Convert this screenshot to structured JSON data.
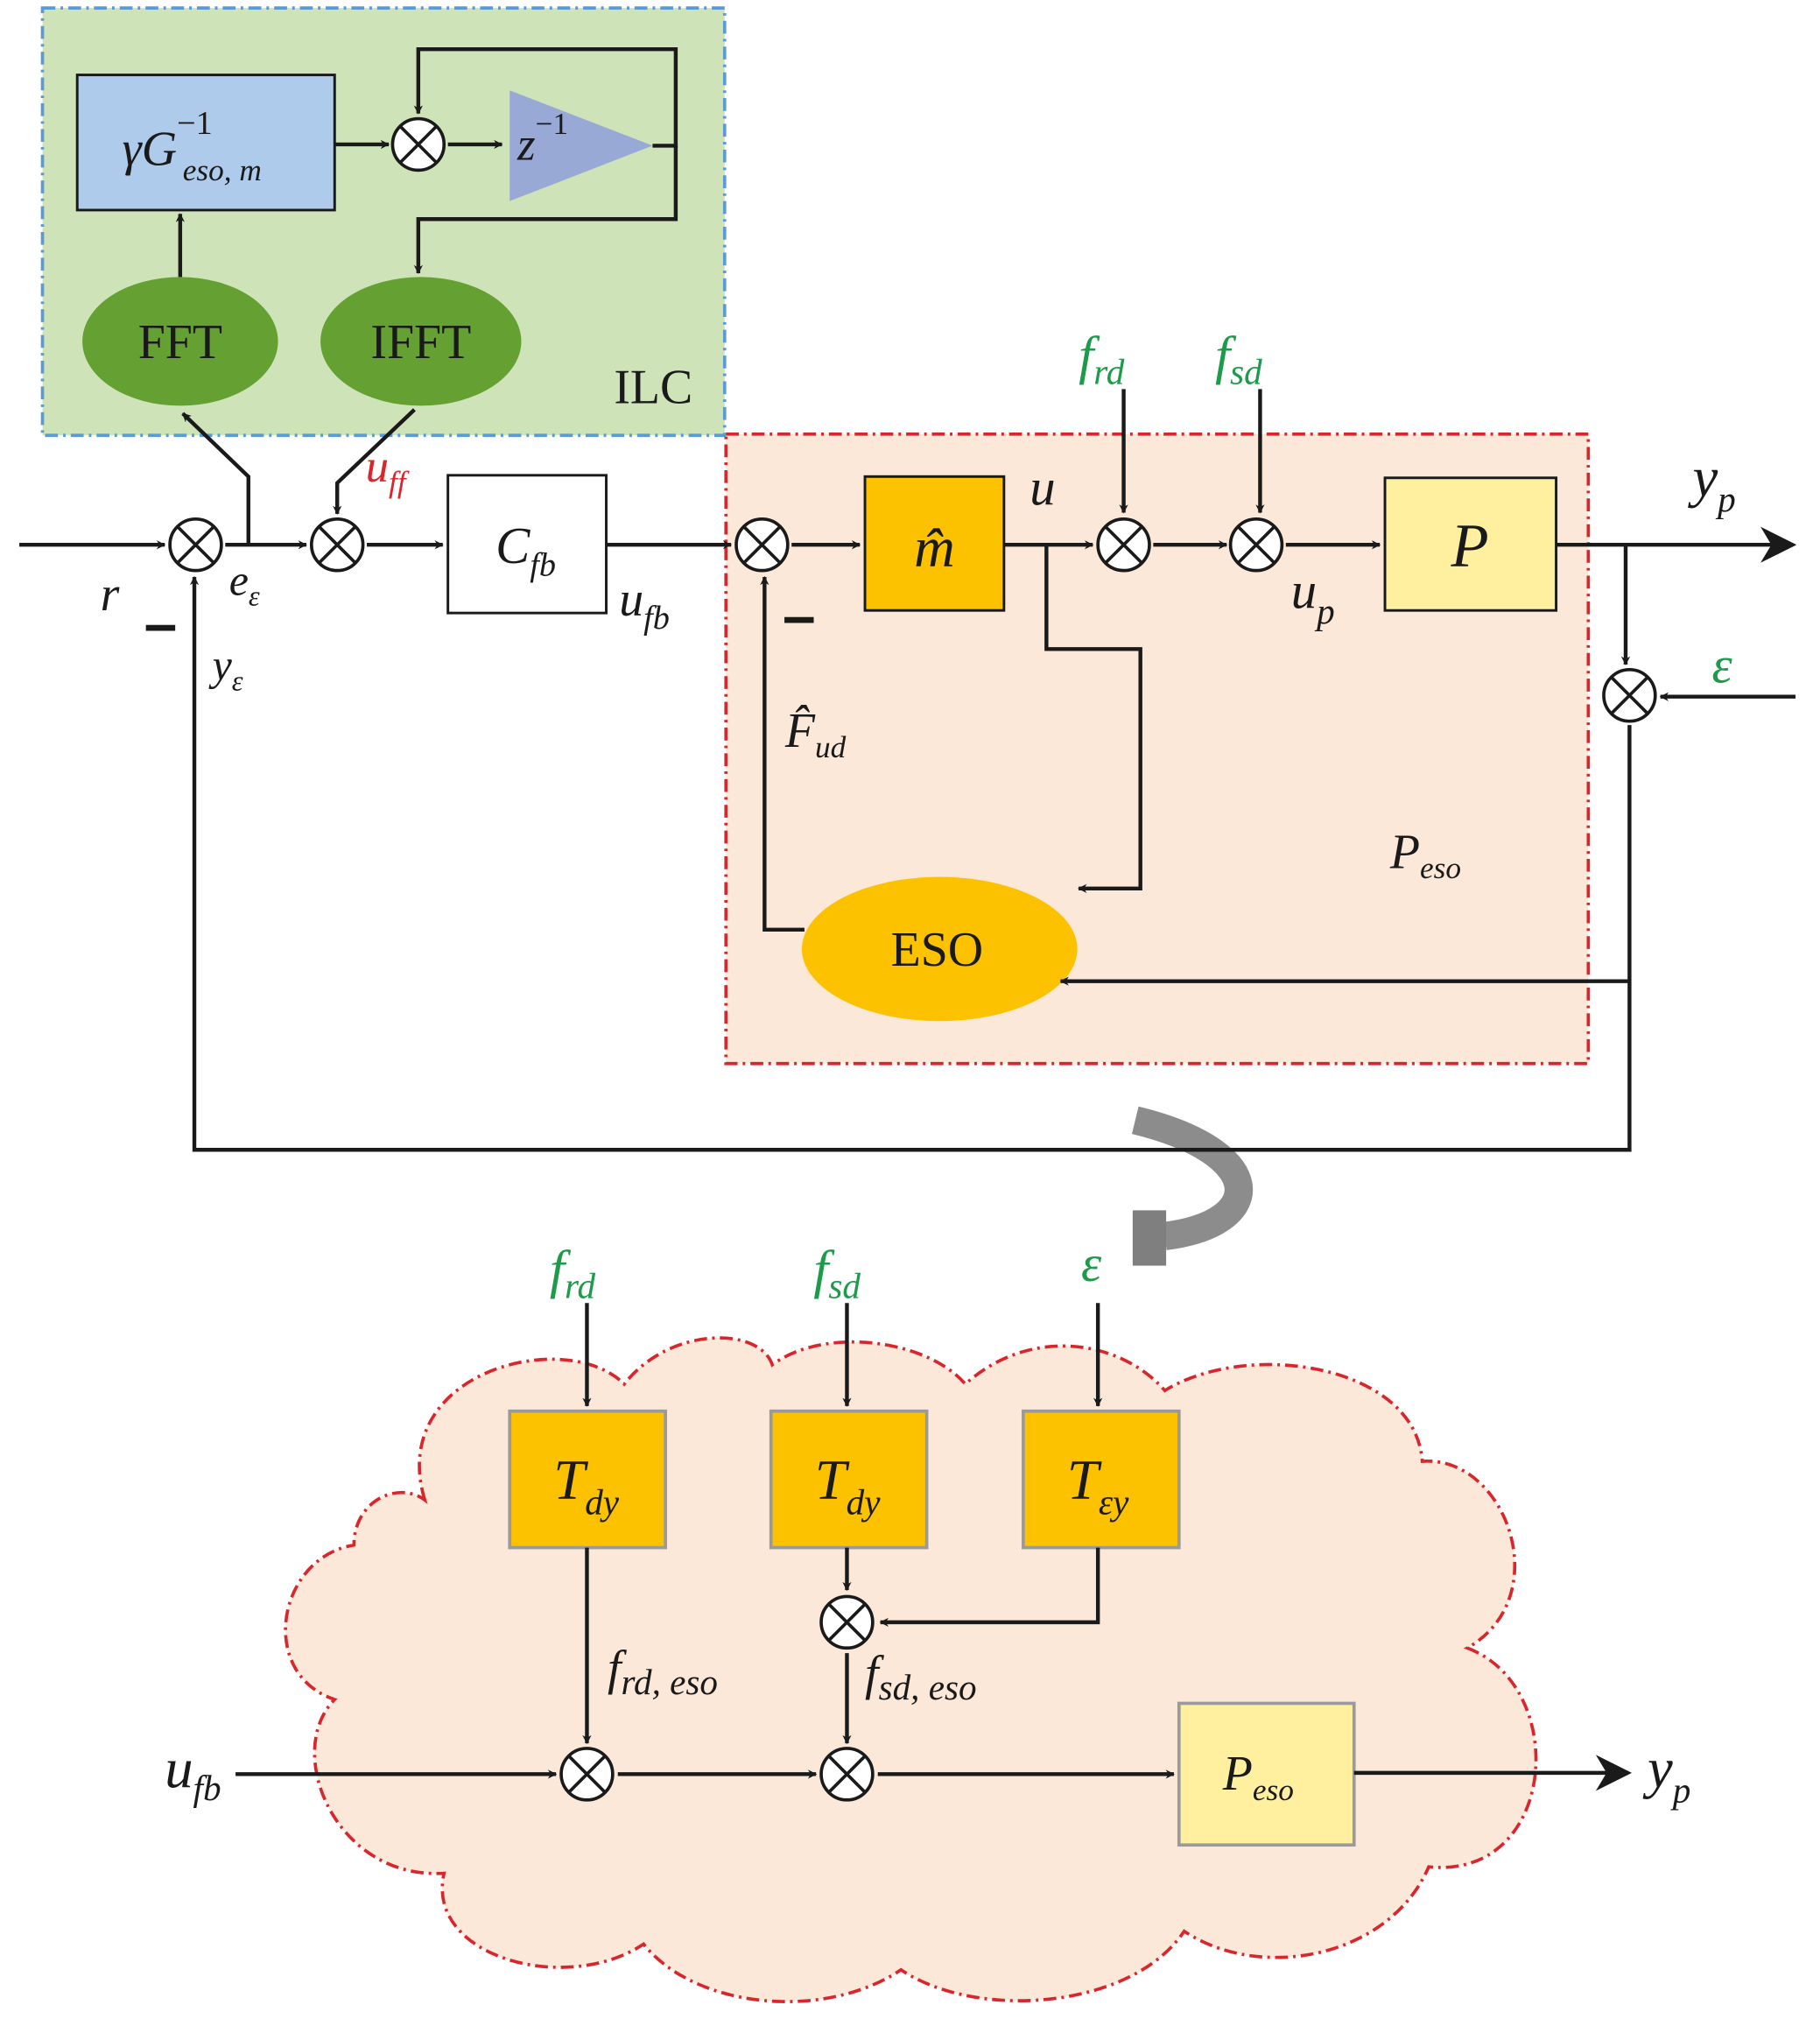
{
  "colors": {
    "ilc_bg": "#cfe3b8",
    "ilc_border": "#5b9bd5",
    "peso_bg": "#fbe8d8",
    "peso_border": "#d9262c",
    "gain_block": "#aecbeb",
    "delay_triangle": "#98a9d6",
    "fft_ellipse": "#64a032",
    "orange_block": "#fcc200",
    "plant_block": "#fff0a0",
    "disturbance_text": "#1d9a4a",
    "uff_text": "#d9262c",
    "wire": "#1a1a1a",
    "connector": "#8c8c8c",
    "block_border_gray": "#9a9a9a"
  },
  "ilc": {
    "label": "ILC",
    "gain_block": {
      "gamma": "γ",
      "G": "G",
      "sup": "−1",
      "sub": "eso, m"
    },
    "delay": {
      "base": "z",
      "sup": "−1"
    },
    "fft_label": "FFT",
    "ifft_label": "IFFT"
  },
  "top": {
    "r": "r",
    "minus_left": "–",
    "e_eps": {
      "base": "e",
      "sub": "ε"
    },
    "y_eps": {
      "base": "y",
      "sub": "ε"
    },
    "u_ff": {
      "base": "u",
      "sub": "ff"
    },
    "c_fb": {
      "base": "C",
      "sub": "fb"
    },
    "u_fb": {
      "base": "u",
      "sub": "fb"
    },
    "minus_inner": "–",
    "m_hat": "m̂",
    "u_label": "u",
    "f_rd": {
      "base": "f",
      "sub": "rd"
    },
    "f_sd": {
      "base": "f",
      "sub": "sd"
    },
    "u_p": {
      "base": "u",
      "sub": "p"
    },
    "p_label": "P",
    "y_p": {
      "base": "y",
      "sub": "p"
    },
    "epsilon": "ε",
    "f_ud_hat": {
      "base": "F̂",
      "sub": "ud"
    },
    "p_eso": {
      "base": "P",
      "sub": "eso"
    },
    "eso_label": "ESO"
  },
  "bottom": {
    "f_rd": {
      "base": "f",
      "sub": "rd"
    },
    "f_sd": {
      "base": "f",
      "sub": "sd"
    },
    "epsilon": "ε",
    "t_dy_1": {
      "base": "T",
      "sub": "dy"
    },
    "t_dy_2": {
      "base": "T",
      "sub": "dy"
    },
    "t_ey": {
      "base": "T",
      "sub": "εy"
    },
    "f_rd_eso": {
      "base": "f",
      "sub": "rd, eso"
    },
    "f_sd_eso": {
      "base": "f",
      "sub": "sd, eso"
    },
    "u_fb": {
      "base": "u",
      "sub": "fb"
    },
    "p_eso": {
      "base": "P",
      "sub": "eso"
    },
    "y_p": {
      "base": "y",
      "sub": "p"
    }
  }
}
